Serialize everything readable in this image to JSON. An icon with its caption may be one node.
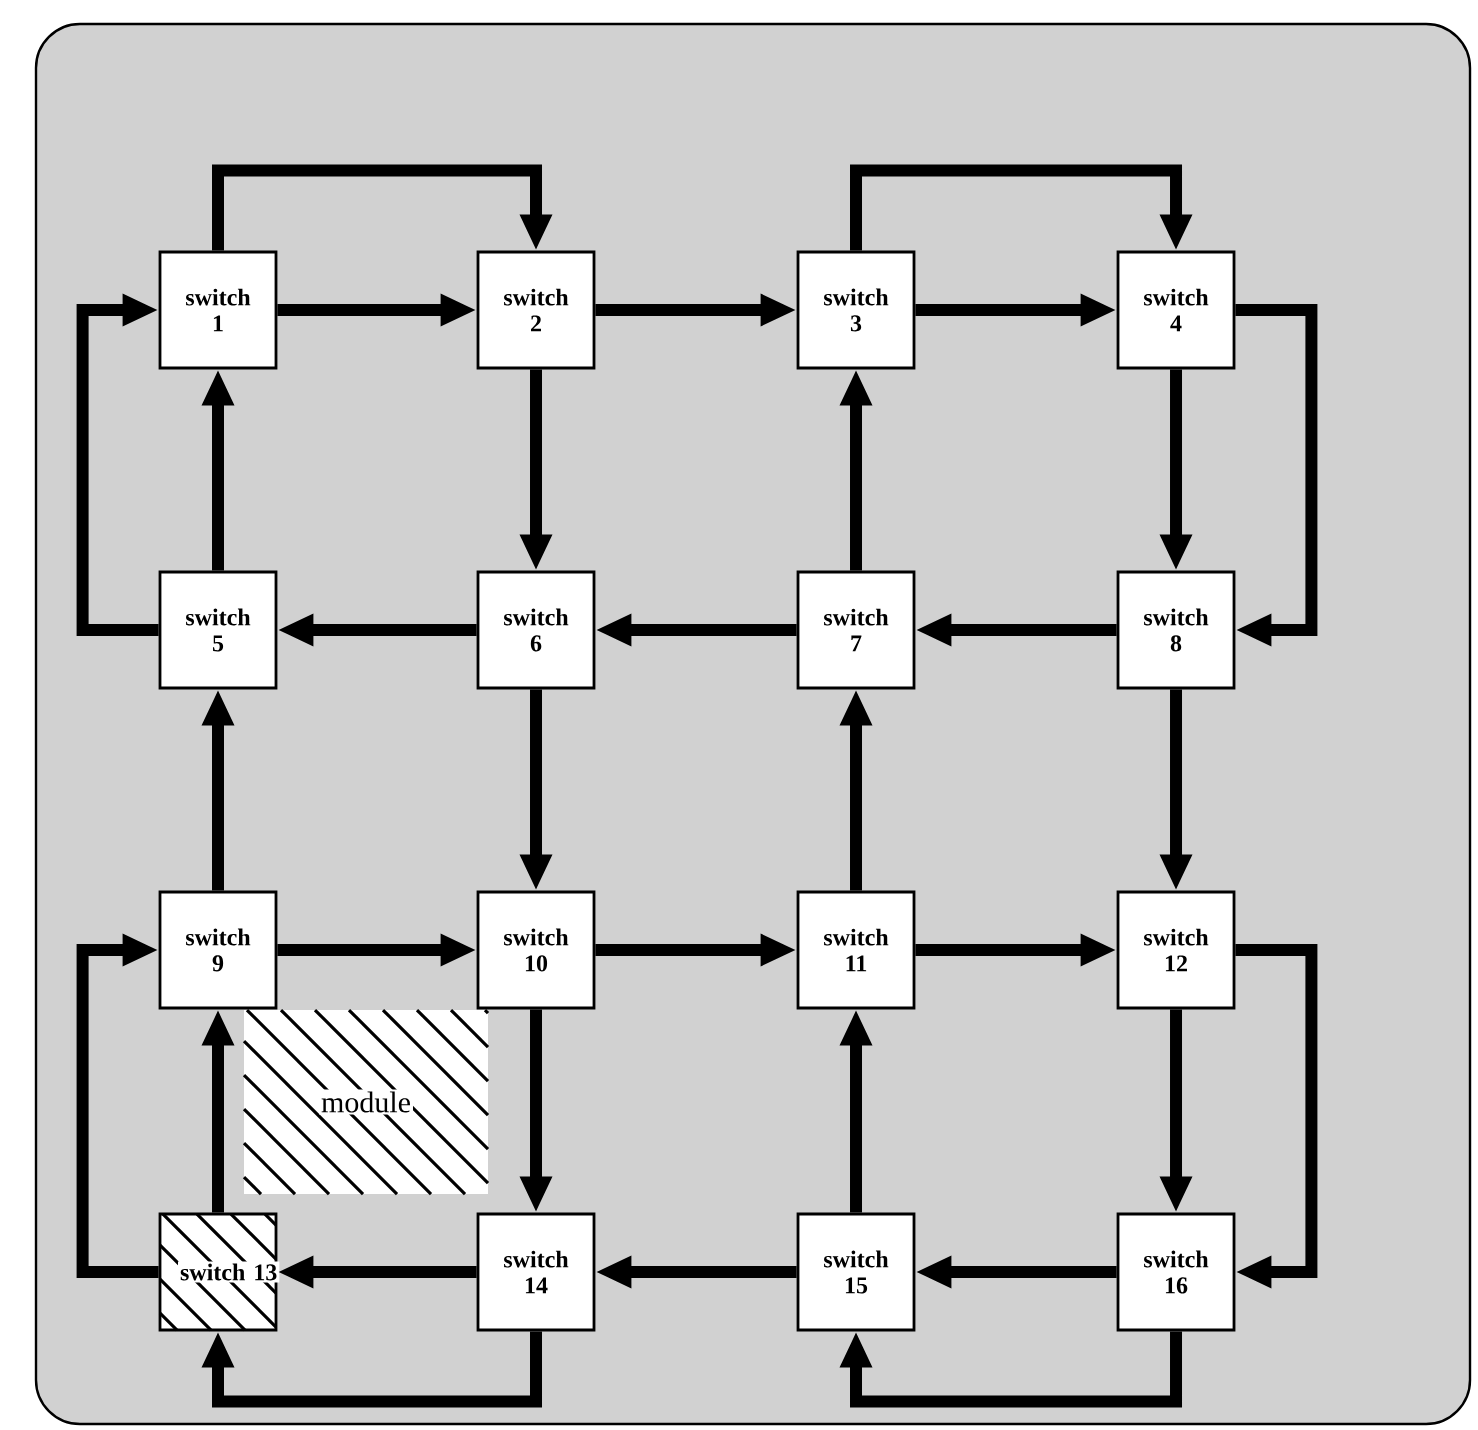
{
  "diagram": {
    "nodes": [
      {
        "text": [
          "switch 1"
        ]
      },
      {
        "text": [
          "switch 2"
        ]
      },
      {
        "text": [
          "switch 3"
        ]
      },
      {
        "text": [
          "switch 4"
        ]
      },
      {
        "text": [
          "switch 5"
        ]
      },
      {
        "text": [
          "switch 6"
        ]
      },
      {
        "text": [
          "switch 7"
        ]
      },
      {
        "text": [
          "switch 8"
        ]
      },
      {
        "text": [
          "switch 9"
        ]
      },
      {
        "text": [
          "switch 10"
        ]
      },
      {
        "text": [
          "switch 11"
        ]
      },
      {
        "text": [
          "switch 12"
        ]
      },
      {
        "text": [
          "switch 13"
        ]
      },
      {
        "text": [
          "switch 14"
        ]
      },
      {
        "text": [
          "switch 15"
        ]
      },
      {
        "text": [
          "switch 16"
        ]
      },
      {
        "text": [
          "module"
        ]
      }
    ],
    "edges": [
      {
        "from": 0,
        "to": 1,
        "arrow": "to"
      },
      {
        "from": 0,
        "to": 1,
        "arrow": "to"
      },
      {
        "from": 1,
        "to": 2,
        "arrow": "to"
      },
      {
        "from": 2,
        "to": 3,
        "arrow": "to"
      },
      {
        "from": 2,
        "to": 3,
        "arrow": "to"
      },
      {
        "from": 4,
        "to": 0,
        "arrow": "to"
      },
      {
        "from": 4,
        "to": 0,
        "arrow": "to"
      },
      {
        "from": 1,
        "to": 5,
        "arrow": "to"
      },
      {
        "from": 3,
        "to": 7,
        "arrow": "to"
      },
      {
        "from": 3,
        "to": 7,
        "arrow": "to"
      },
      {
        "from": 5,
        "to": 4,
        "arrow": "to"
      },
      {
        "from": 6,
        "to": 5,
        "arrow": "to"
      },
      {
        "from": 7,
        "to": 6,
        "arrow": "to"
      },
      {
        "from": 6,
        "to": 2,
        "arrow": "to"
      },
      {
        "from": 5,
        "to": 9,
        "arrow": "to"
      },
      {
        "from": 8,
        "to": 4,
        "arrow": "to"
      },
      {
        "from": 7,
        "to": 11,
        "arrow": "to"
      },
      {
        "from": 10,
        "to": 6,
        "arrow": "to"
      },
      {
        "from": 8,
        "to": 9,
        "arrow": "to"
      },
      {
        "from": 9,
        "to": 10,
        "arrow": "to"
      },
      {
        "from": 10,
        "to": 11,
        "arrow": "to"
      },
      {
        "from": 9,
        "to": 13,
        "arrow": "to"
      },
      {
        "from": 12,
        "to": 8,
        "arrow": "to"
      },
      {
        "from": 12,
        "to": 8,
        "arrow": "to"
      },
      {
        "from": 11,
        "to": 15,
        "arrow": "to"
      },
      {
        "from": 11,
        "to": 15,
        "arrow": "to"
      },
      {
        "from": 13,
        "to": 12,
        "arrow": "to"
      },
      {
        "from": 14,
        "to": 13,
        "arrow": "to"
      },
      {
        "from": 15,
        "to": 14,
        "arrow": "to"
      },
      {
        "from": 14,
        "to": 10,
        "arrow": "to"
      },
      {
        "from": 13,
        "to": 12,
        "arrow": "to"
      },
      {
        "from": 15,
        "to": 14,
        "arrow": "to"
      }
    ]
  }
}
